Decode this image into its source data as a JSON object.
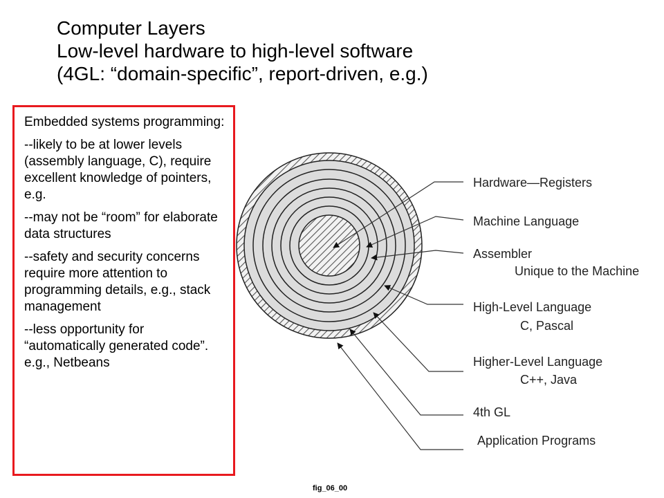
{
  "title": {
    "line1": "Computer Layers",
    "line2": "Low-level hardware to high-level software",
    "line3": "(4GL: “domain-specific”, report-driven, e.g.)"
  },
  "notes": {
    "heading": "Embedded systems programming:",
    "points": [
      "--likely to be at lower levels (assembly language, C), require excellent knowledge of pointers, e.g.",
      "--may not be “room” for elaborate data structures",
      "--safety and security concerns require more attention to programming details, e.g., stack management",
      "--less opportunity for “automatically generated code”. e.g., Netbeans"
    ],
    "border_color": "#e8191e"
  },
  "diagram": {
    "layers": [
      {
        "label": "Hardware—Registers"
      },
      {
        "label": "Machine Language"
      },
      {
        "label": "Assembler",
        "sublabel": "Unique to the Machine"
      },
      {
        "label": "High-Level Language",
        "sublabel": "C, Pascal"
      },
      {
        "label": "Higher-Level Language",
        "sublabel": "C++, Java"
      },
      {
        "label": "4th GL"
      },
      {
        "label": "Application Programs"
      }
    ],
    "ring_fill": "#dcdcdc",
    "hatch_color": "#555555"
  },
  "caption": "fig_06_00"
}
